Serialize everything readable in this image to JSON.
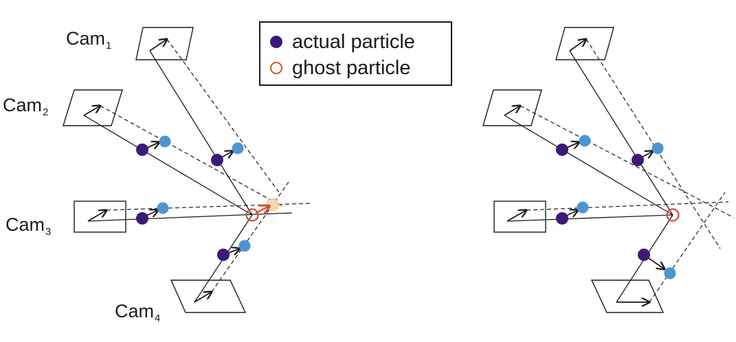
{
  "cameras": {
    "cam1": {
      "base": "Cam",
      "sub": "1"
    },
    "cam2": {
      "base": "Cam",
      "sub": "2"
    },
    "cam3": {
      "base": "Cam",
      "sub": "3"
    },
    "cam4": {
      "base": "Cam",
      "sub": "4"
    }
  },
  "legend": {
    "actual_label": "actual particle",
    "ghost_label": "ghost particle"
  },
  "colors": {
    "actual": "#3b1a78",
    "displaced": "#4b95d3",
    "ghost": "#d0502e",
    "ghost_moved": "#e8b87a",
    "line": "#1a1a1a"
  }
}
